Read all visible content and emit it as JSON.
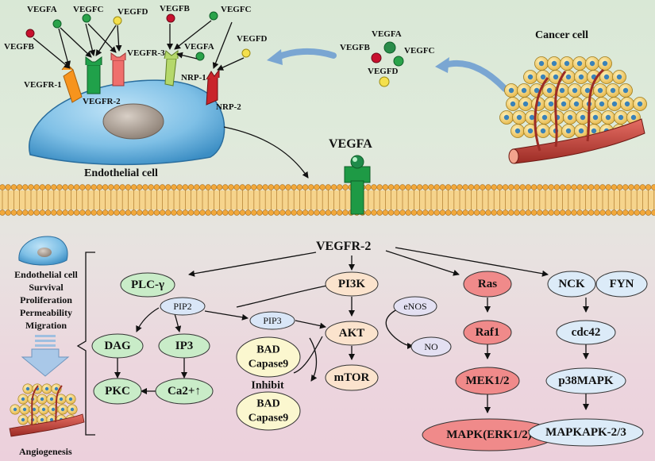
{
  "top": {
    "ligand_labels": {
      "vegfa_1": "VEGFA",
      "vegfc_1": "VEGFC",
      "vegfd_1": "VEGFD",
      "vegfb_1": "VEGFB",
      "vegfc_2": "VEGFC",
      "vegfb_2": "VEGFB",
      "vegfd_2": "VEGFD",
      "vegfa_2": "VEGFA"
    },
    "receptor_labels": {
      "vegfr1": "VEGFR-1",
      "vegfr2": "VEGFR-2",
      "vegfr3": "VEGFR-3",
      "nrp1": "NRP-1",
      "nrp2": "NRP-2"
    },
    "cluster_labels": {
      "vegfa": "VEGFA",
      "vegfb": "VEGFB",
      "vegfc": "VEGFC",
      "vegfd": "VEGFD"
    },
    "cancer_cell": "Cancer cell",
    "endothelial_cell": "Endothelial cell",
    "membrane_ligand": "VEGFA",
    "membrane_receptor": "VEGFR-2"
  },
  "left": {
    "outcomes": [
      "Endothelial cell",
      "Survival",
      "Proliferation",
      "Permeability",
      "Migration"
    ],
    "angiogenesis": "Angiogenesis"
  },
  "pathway": {
    "plcg": "PLC-γ",
    "pip2": "PIP2",
    "dag": "DAG",
    "ip3": "IP3",
    "pkc": "PKC",
    "ca": "Ca2+↑",
    "pi3k": "PI3K",
    "pip3": "PIP3",
    "akt": "AKT",
    "mtor": "mTOR",
    "bad1": [
      "BAD",
      "Capase9"
    ],
    "inhibit": "Inhibit",
    "bad2": [
      "BAD",
      "Capase9"
    ],
    "enos": "eNOS",
    "no": "NO",
    "ras": "Ras",
    "raf1": "Raf1",
    "mek": "MEK1/2",
    "mapk": "MAPK(ERK1/2)",
    "nck": "NCK",
    "fyn": "FYN",
    "cdc42": "cdc42",
    "p38": "p38MAPK",
    "mapkapk": "MAPKAPK-2/3"
  },
  "colors": {
    "plc_green": "#c9ecc8",
    "pip_blue": "#d9e6f7",
    "pi3k_peach": "#fbe3cd",
    "bad_yellow": "#fbf7cf",
    "enos_lilac": "#e3e0f2",
    "ras_red": "#f08a8a",
    "ras_light": "#f5a9a9",
    "nck_blue": "#dcebf8",
    "cell_blue": "#7fc0e6",
    "membrane_orange": "#f2b24a"
  }
}
